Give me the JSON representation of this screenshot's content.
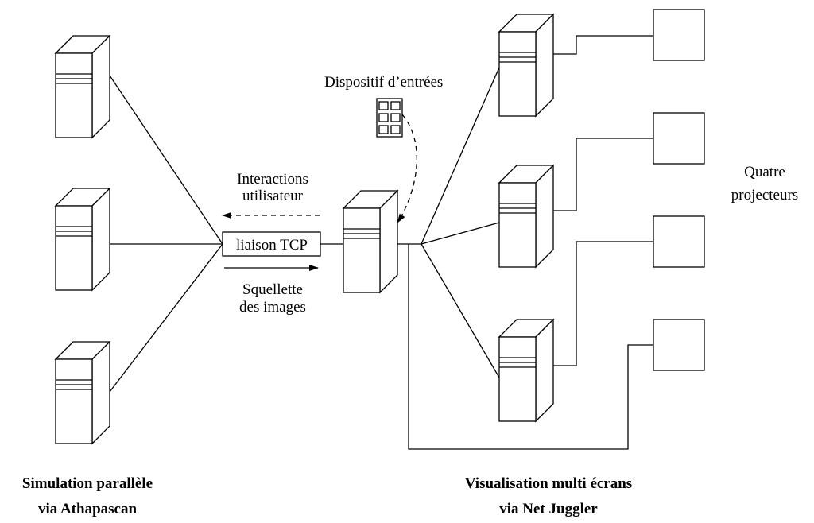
{
  "labels": {
    "input_device": "Dispositif d’entrées",
    "interactions_line1": "Interactions",
    "interactions_line2": "utilisateur",
    "tcp_link": "liaison TCP",
    "skeleton_line1": "Squellette",
    "skeleton_line2": "des images",
    "projectors_line1": "Quatre",
    "projectors_line2": "projecteurs",
    "left_caption_line1": "Simulation parallèle",
    "left_caption_line2": "via Athapascan",
    "right_caption_line1": "Visualisation multi écrans",
    "right_caption_line2": "via Net Juggler"
  },
  "colors": {
    "line": "#000000",
    "background": "#ffffff"
  }
}
